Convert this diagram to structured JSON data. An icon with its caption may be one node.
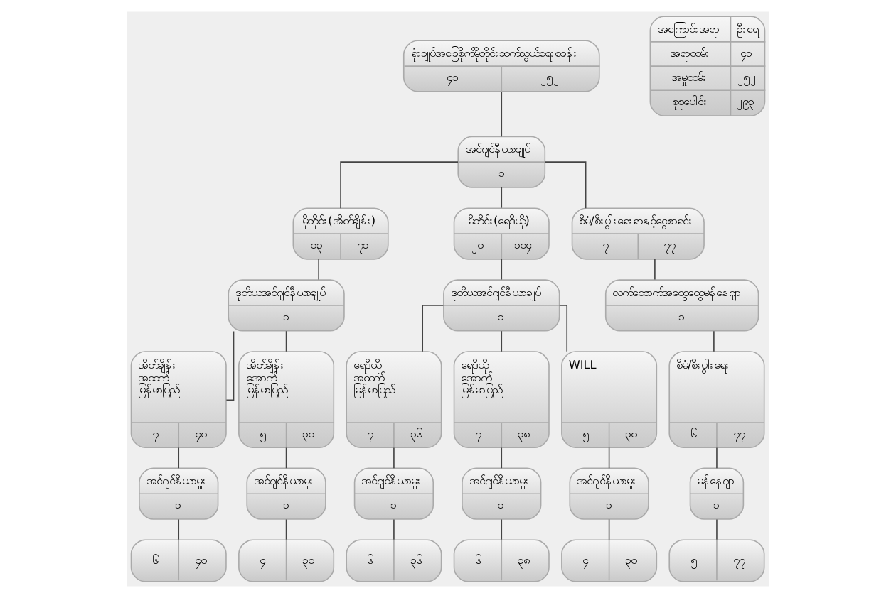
{
  "diagram": {
    "nodes": [
      {
        "text": [
          "ရုံးချုပ်အခြေစိုက်မိုဘိုင်းဆက်သွယ်ရေးစခန်း",
          "၄၁",
          "၂၅၂"
        ]
      },
      {
        "text": [
          "အကြောင်းအရာ",
          "ဦးရေ",
          "အရာထမ်း",
          "၄၁",
          "အမှုထမ်း",
          "၂၅၂",
          "စုစုပေါင်း",
          "၂၉၃"
        ]
      },
      {
        "text": [
          "အင်ဂျင်နီယာချုပ်",
          "၁"
        ]
      },
      {
        "text": [
          "မိုဘိုင်း(အိတ်ချိန်း)",
          "၁၃",
          "၇၁"
        ]
      },
      {
        "text": [
          "မိုဘိုင်း(ရေဒီယို)",
          "၂၀",
          "၁၀၄"
        ]
      },
      {
        "text": [
          "စီမံ/စီးပွါးရေးရာနှင့်ငွေစာရင်း",
          "၇",
          "၇၇"
        ]
      },
      {
        "text": [
          "ဒုတိယအင်ဂျင်နီယာချုပ်",
          "၁"
        ]
      },
      {
        "text": [
          "ဒုတိယအင်ဂျင်နီယာချုပ်",
          "၁"
        ]
      },
      {
        "text": [
          "လက်ထောက်အထွေထွေမန်နေဂျာ",
          "၁"
        ]
      },
      {
        "text": [
          "အိတ်ချိန်း အထက် မြန်မာပြည်",
          "၇",
          "၄၀"
        ]
      },
      {
        "text": [
          "အိတ်ချိန်း အောက် မြန်မာပြည်",
          "၅",
          "၃၀"
        ]
      },
      {
        "text": [
          "ရေဒီယို အထက် မြန်မာပြည်",
          "၇",
          "၃၆"
        ]
      },
      {
        "text": [
          "ရေဒီယို အောက် မြန်မာပြည်",
          "၇",
          "၃၈"
        ]
      },
      {
        "text": [
          "WILL",
          "၅",
          "၃၀"
        ]
      },
      {
        "text": [
          "စီမံ/စီးပွါးရေး",
          "၆",
          "၇၇"
        ]
      },
      {
        "text": [
          "အင်ဂျင်နီယာမှူး",
          "၁"
        ]
      },
      {
        "text": [
          "အင်ဂျင်နီယာမှူး",
          "၁"
        ]
      },
      {
        "text": [
          "အင်ဂျင်နီယာမှူး",
          "၁"
        ]
      },
      {
        "text": [
          "အင်ဂျင်နီယာမှူး",
          "၁"
        ]
      },
      {
        "text": [
          "အင်ဂျင်နီယာမှူး",
          "၁"
        ]
      },
      {
        "text": [
          "မန်နေဂျာ",
          "၁"
        ]
      },
      {
        "text": [
          "၆",
          "၄၀"
        ]
      },
      {
        "text": [
          "၄",
          "၃၀"
        ]
      },
      {
        "text": [
          "၆",
          "၃၆"
        ]
      },
      {
        "text": [
          "၆",
          "၃၈"
        ]
      },
      {
        "text": [
          "၄",
          "၃၀"
        ]
      },
      {
        "text": [
          "၅",
          "၇၇"
        ]
      }
    ],
    "edges": [
      {
        "from": 0,
        "to": 2,
        "arrow": "none"
      },
      {
        "from": 2,
        "to": 3,
        "arrow": "none"
      },
      {
        "from": 2,
        "to": 4,
        "arrow": "none"
      },
      {
        "from": 2,
        "to": 5,
        "arrow": "none"
      },
      {
        "from": 3,
        "to": 6,
        "arrow": "none"
      },
      {
        "from": 4,
        "to": 7,
        "arrow": "none"
      },
      {
        "from": 5,
        "to": 8,
        "arrow": "none"
      },
      {
        "from": 6,
        "to": 9,
        "arrow": "none"
      },
      {
        "from": 6,
        "to": 10,
        "arrow": "none"
      },
      {
        "from": 7,
        "to": 11,
        "arrow": "none"
      },
      {
        "from": 7,
        "to": 12,
        "arrow": "none"
      },
      {
        "from": 7,
        "to": 13,
        "arrow": "none"
      },
      {
        "from": 8,
        "to": 14,
        "arrow": "none"
      },
      {
        "from": 9,
        "to": 15,
        "arrow": "none"
      },
      {
        "from": 10,
        "to": 16,
        "arrow": "none"
      },
      {
        "from": 11,
        "to": 17,
        "arrow": "none"
      },
      {
        "from": 12,
        "to": 18,
        "arrow": "none"
      },
      {
        "from": 13,
        "to": 19,
        "arrow": "none"
      },
      {
        "from": 14,
        "to": 20,
        "arrow": "none"
      },
      {
        "from": 15,
        "to": 21,
        "arrow": "none"
      },
      {
        "from": 16,
        "to": 22,
        "arrow": "none"
      },
      {
        "from": 17,
        "to": 23,
        "arrow": "none"
      },
      {
        "from": 18,
        "to": 24,
        "arrow": "none"
      },
      {
        "from": 19,
        "to": 25,
        "arrow": "none"
      },
      {
        "from": 20,
        "to": 26,
        "arrow": "none"
      }
    ]
  }
}
